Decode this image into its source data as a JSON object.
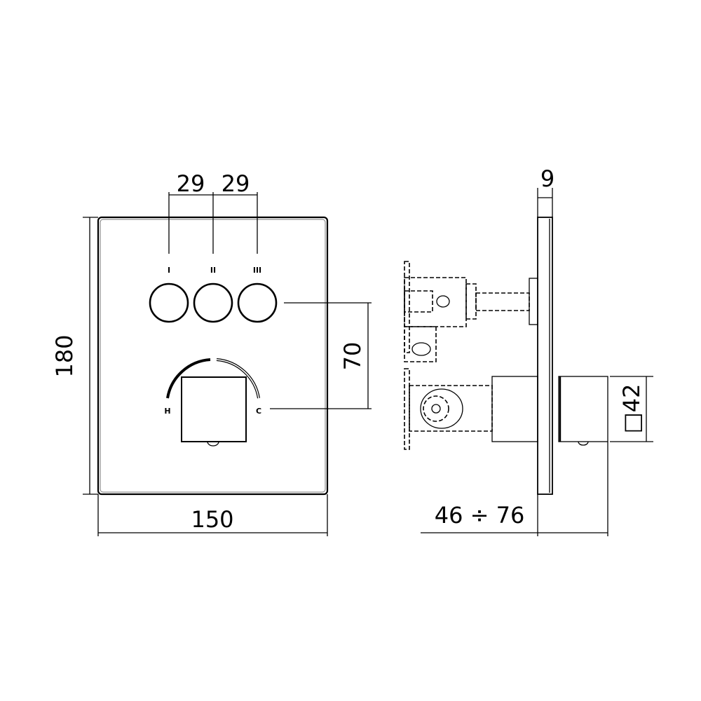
{
  "dimensions": {
    "height": "180",
    "width": "150",
    "button_spacing_1": "29",
    "button_spacing_2": "29",
    "vertical_offset": "70",
    "plate_thickness": "9",
    "wall_depth": "46 ÷ 76",
    "knob_size": "□42"
  },
  "labels": {
    "button_1": "I",
    "button_2": "II",
    "button_3": "III",
    "hot": "H",
    "cold": "C"
  }
}
